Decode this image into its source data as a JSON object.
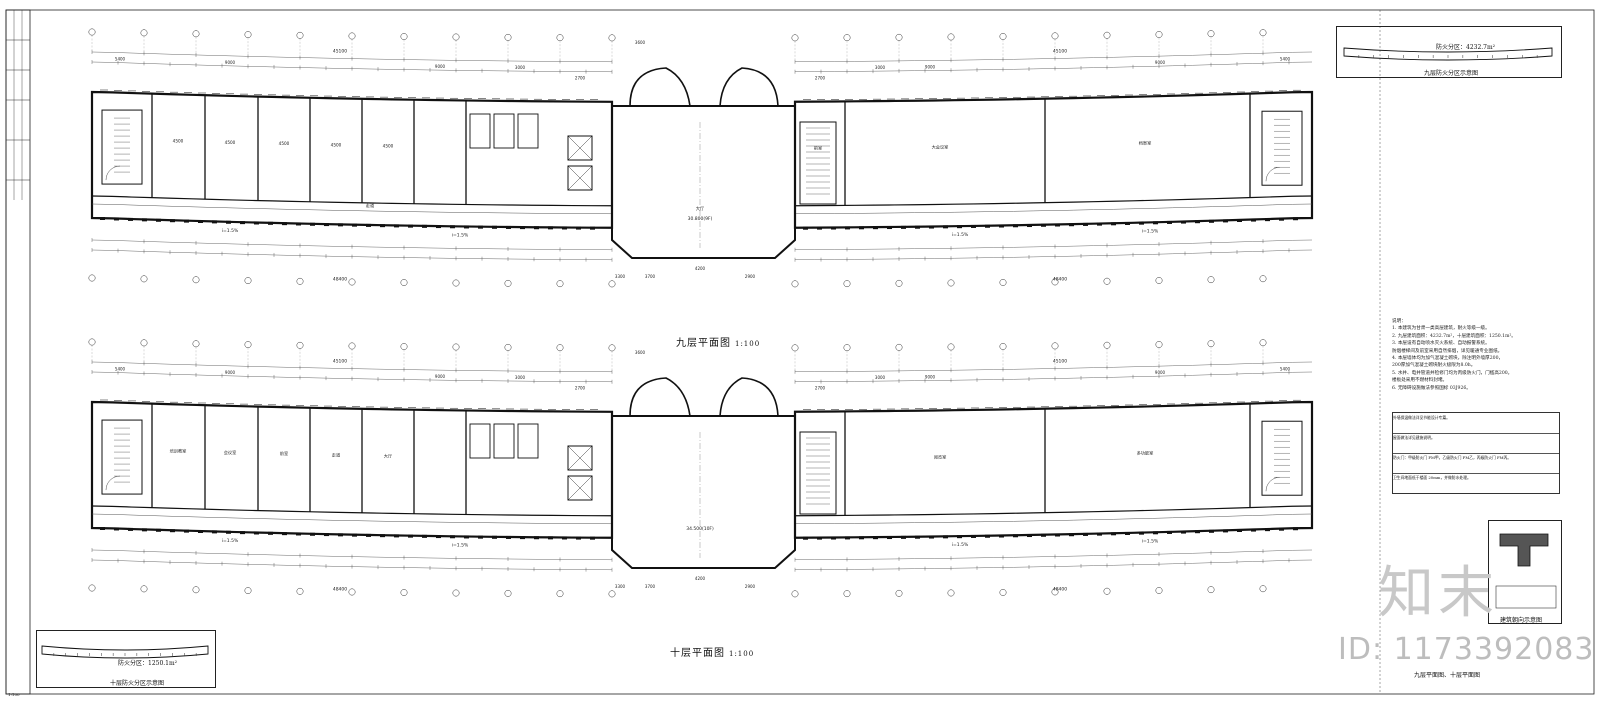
{
  "drawing": {
    "plan_top_title": "九层平面图",
    "plan_bottom_title": "十层平面图",
    "scale": "1:100",
    "fire_zone_top_label": "防火分区：4232.7m²",
    "fire_zone_top_caption": "九层防火分区示意图",
    "fire_zone_bottom_label": "防火分区：1250.1m²",
    "fire_zone_bottom_caption": "十层防火分区示意图",
    "key_plan_caption": "建筑朝向示意图",
    "sheet_caption": "九层平面图、十层平面图",
    "corner_label": "1:100"
  },
  "dimensions": {
    "top_overall_left": "45100",
    "top_overall_right": "45100",
    "bottom_overall_left": "48400",
    "bottom_overall_right": "48400",
    "bay_a": "5400",
    "bay_b": "9000",
    "bay_c": "3000",
    "bay_d": "2700",
    "bay_e": "3600",
    "bay_f": "3300",
    "center_a": "4200",
    "center_b": "3700",
    "center_c": "2900"
  },
  "rooms_top": [
    "4500",
    "4500",
    "4500",
    "4500",
    "4500",
    "档案室",
    "大会议室",
    "前室",
    "走道",
    "大厅"
  ],
  "rooms_bottom": [
    "培训教室",
    "会议室",
    "前室",
    "走道",
    "大厅",
    "多功能室",
    "阅览室"
  ],
  "elevations": {
    "top": "30.800(9F)",
    "bottom": "34.500(10F)",
    "slope": "i=1.5%"
  },
  "notes": {
    "heading": "说明：",
    "lines": [
      "1. 本建筑为甘肃一类高层建筑，耐火等级一级。",
      "2. 九层建筑面积：4232.7m²，十层建筑面积：1250.1m²。",
      "3. 本层设有自动喷水灭火系统、自动报警系统。",
      "   防烟楼梯间及前室采用自然排烟，详见暖通专业图纸。",
      "4. 本层墙体均为加气混凝土砌块，除注明外墙厚200，",
      "   200厚加气混凝土砌块耐火极限为8.0h。",
      "5. 水井、电井管道井检修门均为丙级防火门，门槛高200。",
      "   楼板处采用不燃材料封堵。",
      "6. 无障碍设施做法参照国标 03J926。"
    ]
  },
  "legend": {
    "row1": "外墙保温做法详见节能设计专篇。",
    "row2": "屋面做法详见建施说明。",
    "row3": "防火门：甲级防火门 FM甲，乙级防火门 FM乙，丙级防火门 FM丙。",
    "row4": "卫生间地面低于楼面 20mm，并做防水处理。"
  },
  "watermark": {
    "logo": "知末",
    "id": "ID: 1173392083"
  }
}
